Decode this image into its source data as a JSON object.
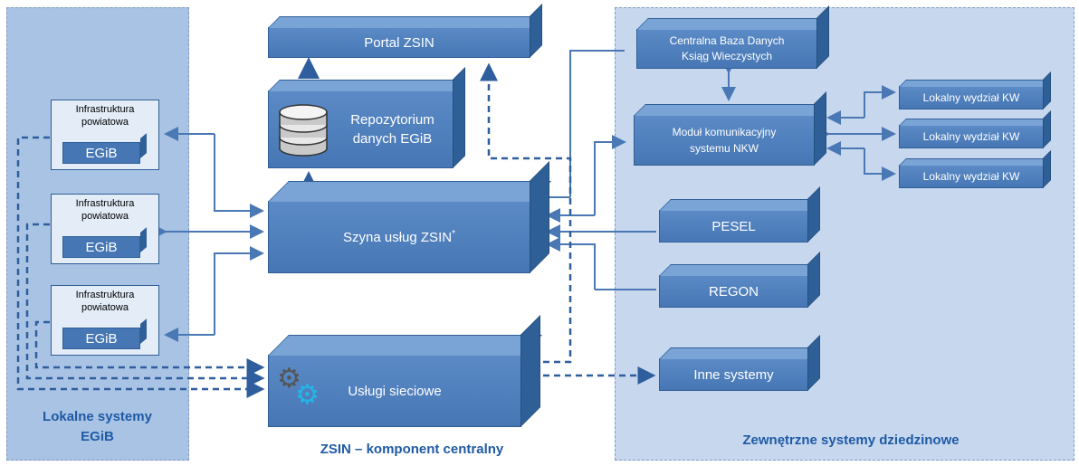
{
  "regions": {
    "left": "Lokalne systemy\nEGiB",
    "center": "ZSIN – komponent centralny",
    "right": "Zewnętrzne systemy dziedzinowe"
  },
  "central": {
    "portal": "Portal ZSIN",
    "repository": "Repozytorium\ndanych EGiB",
    "bus": "Szyna usług ZSIN",
    "bus_mark": "*",
    "web_services": "Usługi sieciowe"
  },
  "local": {
    "infra_label": "Infrastruktura\npowiatowa",
    "egib_label": "EGiB"
  },
  "external": {
    "central_db": "Centralna Baza Danych\nKsiąg Wieczystych",
    "nkw_module": "Moduł komunikacyjny\nsystemu NKW",
    "kw_dept": "Lokalny wydział KW",
    "pesel": "PESEL",
    "regon": "REGON",
    "others": "Inne systemy"
  },
  "icons": [
    "database-icon",
    "gear-icon"
  ],
  "colors": {
    "box": "#4677b4",
    "line": "#4a78b5",
    "left_region": "#a9c3e4",
    "right_region": "#c7d8ee",
    "label": "#1f5aa6"
  }
}
